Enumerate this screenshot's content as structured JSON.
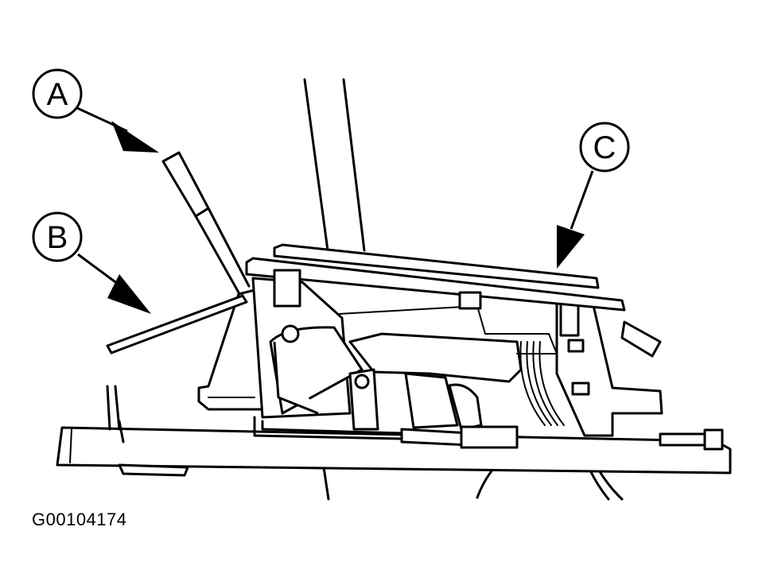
{
  "callouts": {
    "a": {
      "label": "A"
    },
    "b": {
      "label": "B"
    },
    "c": {
      "label": "C"
    }
  },
  "figure_id": "G00104174",
  "colors": {
    "line": "#000000",
    "background": "#ffffff"
  }
}
